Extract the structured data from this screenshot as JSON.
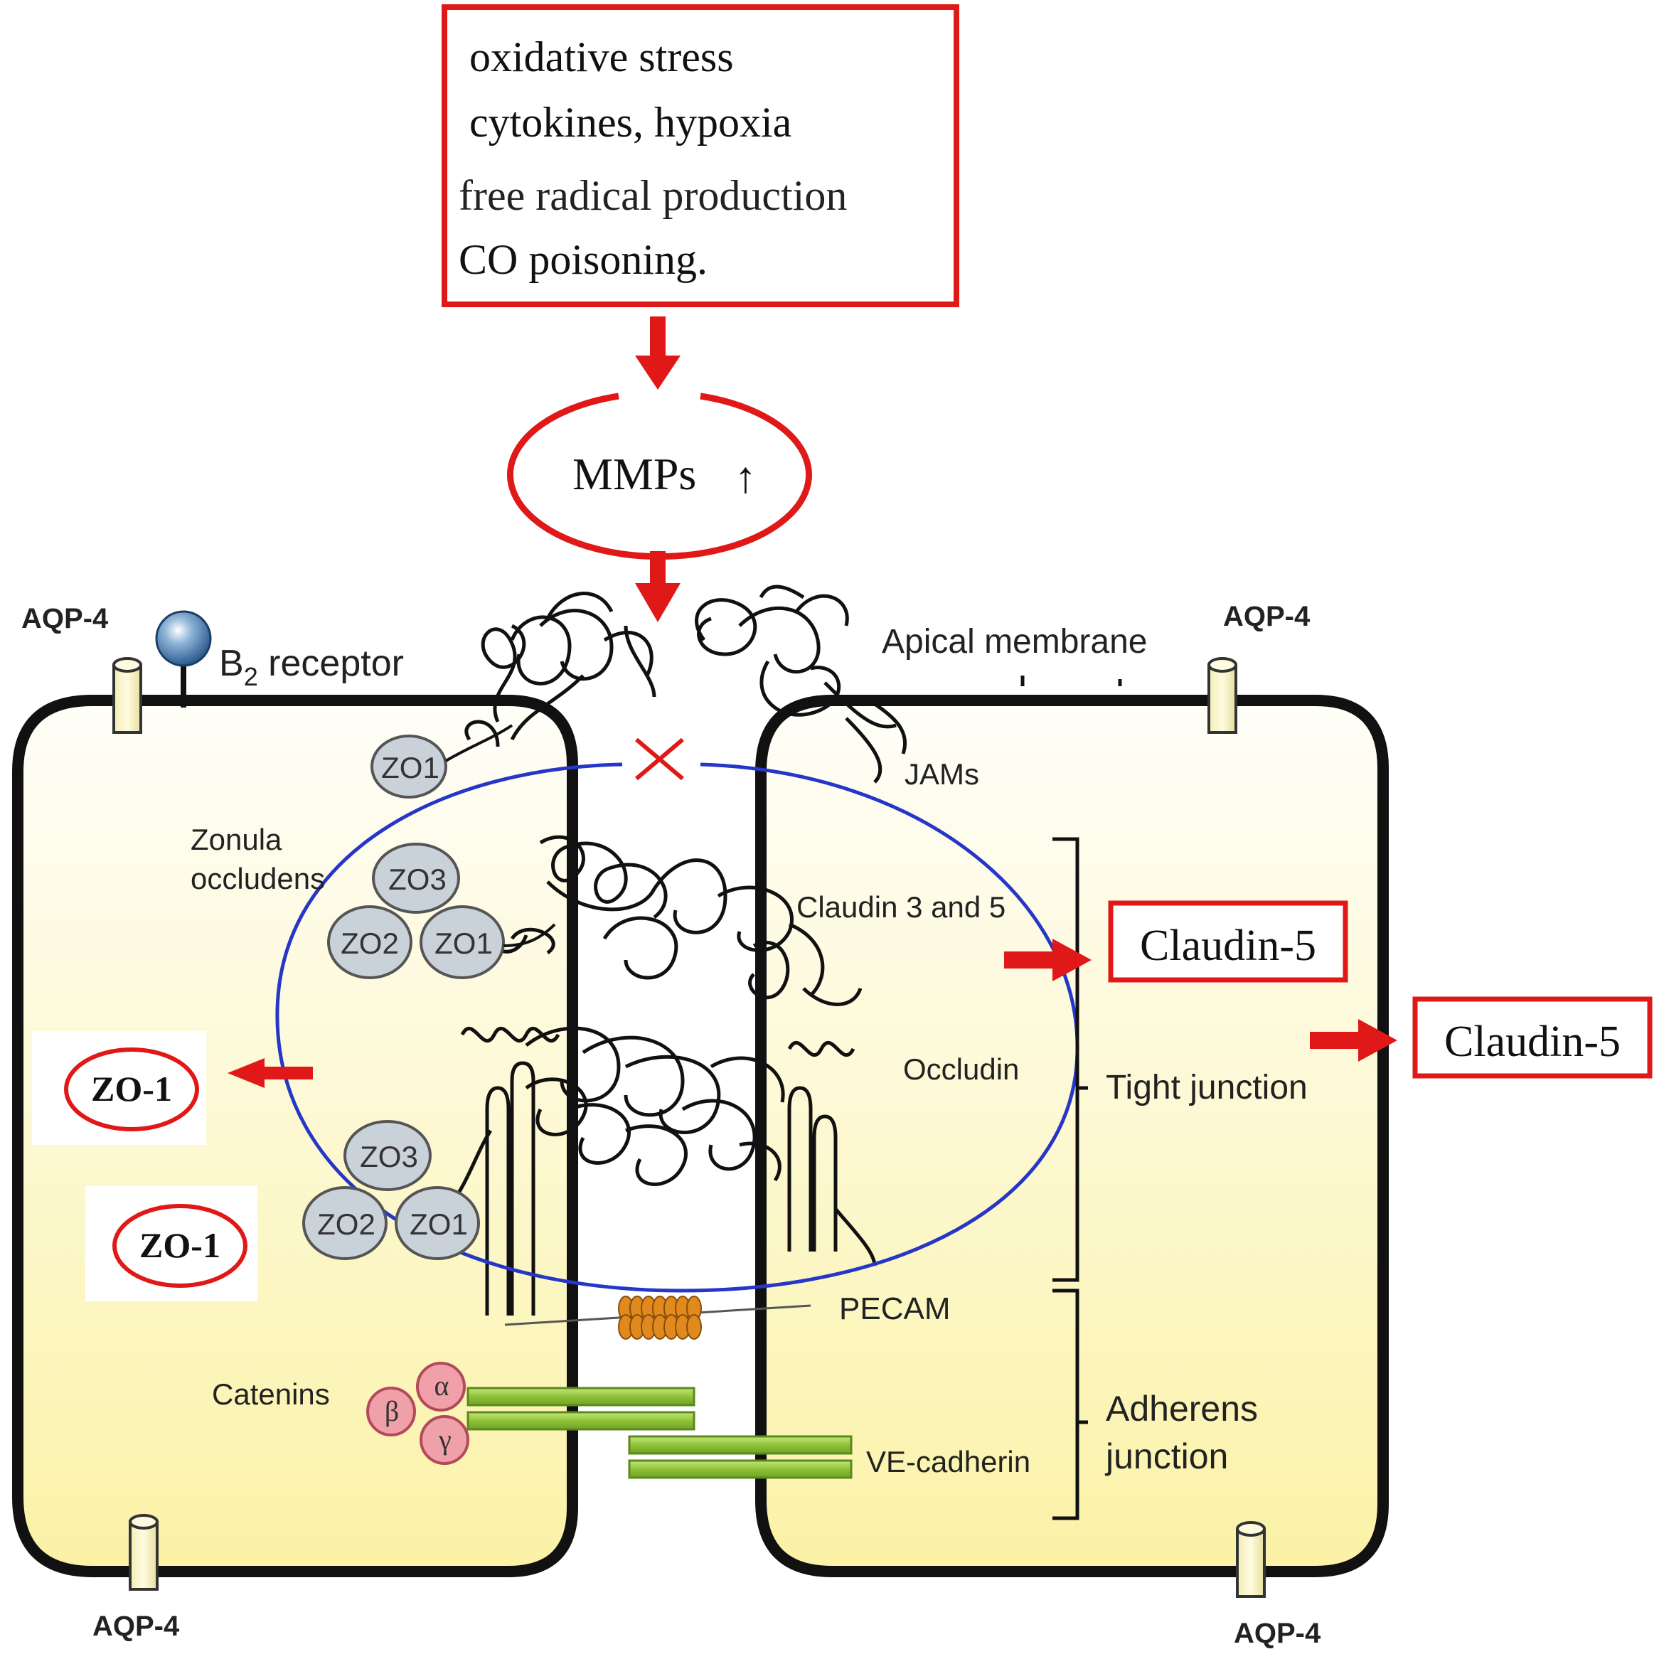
{
  "stimuli_box": {
    "lines": [
      "oxidative stress",
      "cytokines, hypoxia",
      "free radical production",
      "CO poisoning."
    ]
  },
  "mmps": {
    "label": "MMPs",
    "arrow": "↑"
  },
  "labels": {
    "aqp4_top_left": "AQP-4",
    "aqp4_top_right": "AQP-4",
    "aqp4_bottom_left": "AQP-4",
    "aqp4_bottom_right": "AQP-4",
    "b2_prefix": "B",
    "b2_sub": "2",
    "b2_suffix": " receptor",
    "apical_membrane": "Apical membrane",
    "jams": "JAMs",
    "zonula_line1": "Zonula",
    "zonula_line2": "occludens",
    "claudin_3_5": "Claudin 3 and 5",
    "occludin": "Occludin",
    "tight_junction": "Tight junction",
    "pecam": "PECAM",
    "catenins": "Catenins",
    "ve_cadherin": "VE-cadherin",
    "adherens_line1": "Adherens",
    "adherens_line2": "junction"
  },
  "zo_proteins": {
    "top_zo1": "ZO1",
    "mid_zo3": "ZO3",
    "mid_zo2": "ZO2",
    "mid_zo1": "ZO1",
    "low_zo3": "ZO3",
    "low_zo2": "ZO2",
    "low_zo1": "ZO1"
  },
  "catenin_greek": {
    "alpha": "α",
    "beta": "β",
    "gamma": "γ"
  },
  "callouts": {
    "zo1_upper": "ZO-1",
    "zo1_lower": "ZO-1",
    "claudin5_inner": "Claudin-5",
    "claudin5_outer": "Claudin-5"
  },
  "colors": {
    "highlight_red": "#e01818",
    "junction_blue": "#2636c8",
    "cell_fill_top": "#fffdf2",
    "cell_fill_bottom": "#fbf3a8",
    "zo_fill": "#c9d1d9",
    "catenin_fill": "#f0a0a8",
    "cadherin_green": "#9acd32",
    "pecam_orange": "#e08a1e",
    "aqp4_fill": "#fbf6cc"
  }
}
